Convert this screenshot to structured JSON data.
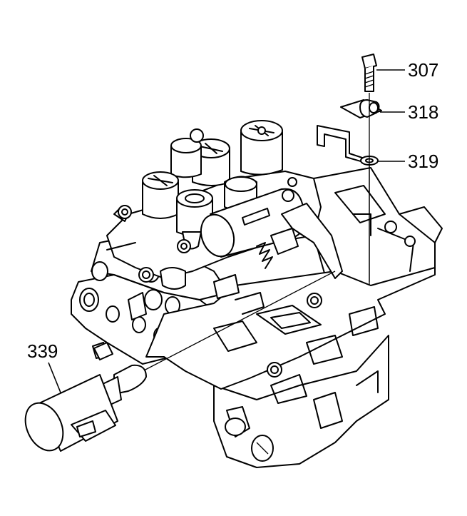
{
  "figure": {
    "callouts": [
      {
        "id": "c307",
        "label": "307"
      },
      {
        "id": "c318",
        "label": "318"
      },
      {
        "id": "c319",
        "label": "319"
      },
      {
        "id": "c339",
        "label": "339"
      }
    ]
  }
}
